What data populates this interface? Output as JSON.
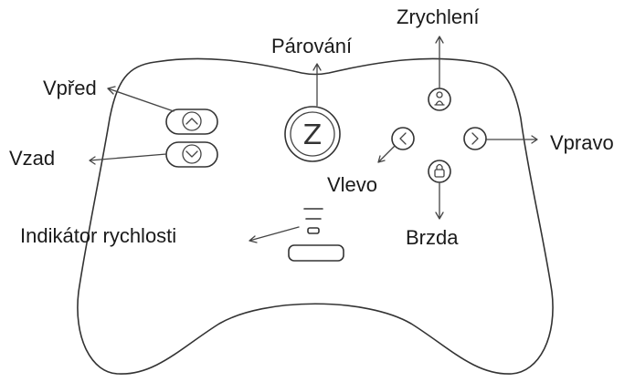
{
  "labels": {
    "forward": "Vpřed",
    "backward": "Vzad",
    "pairing": "Párování",
    "accelerate": "Zrychlení",
    "right": "Vpravo",
    "left": "Vlevo",
    "brake": "Brzda",
    "speed_indicator": "Indikátor rychlosti"
  },
  "pairing_logo": "Z",
  "icons": {
    "forward": "chevron-up-icon",
    "backward": "chevron-down-icon",
    "left": "chevron-left-icon",
    "right": "chevron-right-icon",
    "accelerate": "rider-icon",
    "brake": "lock-icon"
  }
}
